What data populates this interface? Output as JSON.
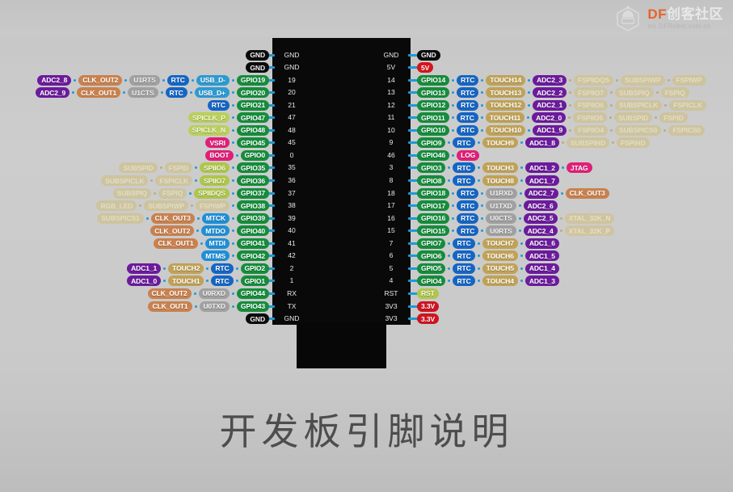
{
  "header": {
    "brand_main_prefix": "DF",
    "brand_main_cn": "创客社区",
    "brand_sub": "mc.DFRobot.com.cn",
    "logo_icon": "dfrobot-hex-robot-icon"
  },
  "caption": "开发板引脚说明",
  "colors": {
    "background": "#c9c9c9",
    "board": "#090909",
    "gpio": "#168c3c",
    "gnd": "#0b0b0b",
    "power_5v": "#d6141b",
    "power_3v3": "#cf1420",
    "rst": "#aec64a",
    "rtc": "#1565c4",
    "usb": "#2d9ad2",
    "touch": "#c0a257",
    "adc": "#6b1b9c",
    "clk_out": "#c9814e",
    "uart": "#a0a0a0",
    "jtag": "#e01f77",
    "spi": "#aec64a",
    "faded": "#cdc49f",
    "connector": "#1e9ad6",
    "accent_orange": "#e8622a"
  },
  "left_rows": [
    {
      "pin": "GND",
      "pills": [
        {
          "text": "GND",
          "cls": "c-gnd"
        }
      ]
    },
    {
      "pin": "GND",
      "pills": [
        {
          "text": "GND",
          "cls": "c-gnd"
        }
      ]
    },
    {
      "pin": "19",
      "pills": [
        {
          "text": "ADC2_8",
          "cls": "c-adc"
        },
        {
          "text": "CLK_OUT2",
          "cls": "c-clk"
        },
        {
          "text": "U1RTS",
          "cls": "c-uart"
        },
        {
          "text": "RTC",
          "cls": "c-rtc"
        },
        {
          "text": "USB_D-",
          "cls": "c-usb"
        },
        {
          "text": "GPIO19",
          "cls": "c-gpio"
        }
      ]
    },
    {
      "pin": "20",
      "pills": [
        {
          "text": "ADC2_9",
          "cls": "c-adc"
        },
        {
          "text": "CLK_OUT1",
          "cls": "c-clk"
        },
        {
          "text": "U1CTS",
          "cls": "c-uart"
        },
        {
          "text": "RTC",
          "cls": "c-rtc"
        },
        {
          "text": "USB_D+",
          "cls": "c-usb"
        },
        {
          "text": "GPIO20",
          "cls": "c-gpio"
        }
      ]
    },
    {
      "pin": "21",
      "pills": [
        {
          "text": "RTC",
          "cls": "c-rtc"
        },
        {
          "text": "GPIO21",
          "cls": "c-gpio"
        }
      ]
    },
    {
      "pin": "47",
      "pills": [
        {
          "text": "SPICLK_P",
          "cls": "c-spiclk"
        },
        {
          "text": "GPIO47",
          "cls": "c-gpio"
        }
      ]
    },
    {
      "pin": "48",
      "pills": [
        {
          "text": "SPICLK_N",
          "cls": "c-spiclk"
        },
        {
          "text": "GPIO48",
          "cls": "c-gpio"
        }
      ]
    },
    {
      "pin": "45",
      "pills": [
        {
          "text": "VSRI",
          "cls": "c-vsri"
        },
        {
          "text": "GPIO45",
          "cls": "c-gpio"
        }
      ]
    },
    {
      "pin": "0",
      "pills": [
        {
          "text": "BOOT",
          "cls": "c-boot"
        },
        {
          "text": "GPIO0",
          "cls": "c-gpio"
        }
      ]
    },
    {
      "pin": "35",
      "pills": [
        {
          "text": "SUBSPID",
          "cls": "c-faded"
        },
        {
          "text": "FSPID",
          "cls": "c-faded"
        },
        {
          "text": "SPIIO6",
          "cls": "c-spi"
        },
        {
          "text": "GPIO35",
          "cls": "c-gpio"
        }
      ]
    },
    {
      "pin": "36",
      "pills": [
        {
          "text": "SUBSPICLK",
          "cls": "c-faded"
        },
        {
          "text": "FSPICLK",
          "cls": "c-faded"
        },
        {
          "text": "SPIIO7",
          "cls": "c-spi"
        },
        {
          "text": "GPIO36",
          "cls": "c-gpio"
        }
      ]
    },
    {
      "pin": "37",
      "pills": [
        {
          "text": "SUBSPIQ",
          "cls": "c-faded"
        },
        {
          "text": "FSPIQ",
          "cls": "c-faded"
        },
        {
          "text": "SPIIDQS",
          "cls": "c-spi"
        },
        {
          "text": "GPIO37",
          "cls": "c-gpio"
        }
      ]
    },
    {
      "pin": "38",
      "pills": [
        {
          "text": "RGB_LED",
          "cls": "c-faded"
        },
        {
          "text": "SUBSPIWP",
          "cls": "c-faded"
        },
        {
          "text": "FSPIWP",
          "cls": "c-faded"
        },
        {
          "text": "GPIO38",
          "cls": "c-gpio"
        }
      ]
    },
    {
      "pin": "39",
      "pills": [
        {
          "text": "SUBSPICS1",
          "cls": "c-faded"
        },
        {
          "text": "CLK_OUT3",
          "cls": "c-clk"
        },
        {
          "text": "MTCK",
          "cls": "c-mtck"
        },
        {
          "text": "GPIO39",
          "cls": "c-gpio"
        }
      ]
    },
    {
      "pin": "40",
      "pills": [
        {
          "text": "CLK_OUT2",
          "cls": "c-clk"
        },
        {
          "text": "MTDO",
          "cls": "c-mtck"
        },
        {
          "text": "GPIO40",
          "cls": "c-gpio"
        }
      ]
    },
    {
      "pin": "41",
      "pills": [
        {
          "text": "CLK_OUT1",
          "cls": "c-clk"
        },
        {
          "text": "MTDI",
          "cls": "c-mtck"
        },
        {
          "text": "GPIO41",
          "cls": "c-gpio"
        }
      ]
    },
    {
      "pin": "42",
      "pills": [
        {
          "text": "MTMS",
          "cls": "c-mtck"
        },
        {
          "text": "GPIO42",
          "cls": "c-gpio"
        }
      ]
    },
    {
      "pin": "2",
      "pills": [
        {
          "text": "ADC1_1",
          "cls": "c-adc"
        },
        {
          "text": "TOUCH2",
          "cls": "c-touch"
        },
        {
          "text": "RTC",
          "cls": "c-rtc"
        },
        {
          "text": "GPIO2",
          "cls": "c-gpio"
        }
      ]
    },
    {
      "pin": "1",
      "pills": [
        {
          "text": "ADC1_0",
          "cls": "c-adc"
        },
        {
          "text": "TOUCH1",
          "cls": "c-touch"
        },
        {
          "text": "RTC",
          "cls": "c-rtc"
        },
        {
          "text": "GPIO1",
          "cls": "c-gpio"
        }
      ]
    },
    {
      "pin": "RX",
      "pills": [
        {
          "text": "CLK_OUT2",
          "cls": "c-clk"
        },
        {
          "text": "U0RXD",
          "cls": "c-uart"
        },
        {
          "text": "GPIO44",
          "cls": "c-gpio"
        }
      ]
    },
    {
      "pin": "TX",
      "pills": [
        {
          "text": "CLK_OUT1",
          "cls": "c-clk"
        },
        {
          "text": "U0TXD",
          "cls": "c-uart"
        },
        {
          "text": "GPIO43",
          "cls": "c-gpio"
        }
      ]
    },
    {
      "pin": "GND",
      "pills": [
        {
          "text": "GND",
          "cls": "c-gnd"
        }
      ]
    }
  ],
  "right_rows": [
    {
      "pin": "GND",
      "pills": [
        {
          "text": "GND",
          "cls": "c-gnd"
        }
      ]
    },
    {
      "pin": "5V",
      "pills": [
        {
          "text": "5V",
          "cls": "c-5v"
        }
      ]
    },
    {
      "pin": "14",
      "pills": [
        {
          "text": "GPIO14",
          "cls": "c-gpio"
        },
        {
          "text": "RTC",
          "cls": "c-rtc"
        },
        {
          "text": "TOUCH14",
          "cls": "c-touch"
        },
        {
          "text": "ADC2_3",
          "cls": "c-adc"
        },
        {
          "text": "FSPIIDQS",
          "cls": "c-faded"
        },
        {
          "text": "SUBSPIWP",
          "cls": "c-faded"
        },
        {
          "text": "FSPIWP",
          "cls": "c-faded"
        }
      ]
    },
    {
      "pin": "13",
      "pills": [
        {
          "text": "GPIO13",
          "cls": "c-gpio"
        },
        {
          "text": "RTC",
          "cls": "c-rtc"
        },
        {
          "text": "TOUCH13",
          "cls": "c-touch"
        },
        {
          "text": "ADC2_2",
          "cls": "c-adc"
        },
        {
          "text": "FSPIIO7",
          "cls": "c-faded"
        },
        {
          "text": "SUBSPIQ",
          "cls": "c-faded"
        },
        {
          "text": "FSPIQ",
          "cls": "c-faded"
        }
      ]
    },
    {
      "pin": "12",
      "pills": [
        {
          "text": "GPIO12",
          "cls": "c-gpio"
        },
        {
          "text": "RTC",
          "cls": "c-rtc"
        },
        {
          "text": "TOUCH12",
          "cls": "c-touch"
        },
        {
          "text": "ADC2_1",
          "cls": "c-adc"
        },
        {
          "text": "FSPIIO6",
          "cls": "c-faded"
        },
        {
          "text": "SUBSPICLK",
          "cls": "c-faded"
        },
        {
          "text": "FSPICLK",
          "cls": "c-faded"
        }
      ]
    },
    {
      "pin": "11",
      "pills": [
        {
          "text": "GPIO11",
          "cls": "c-gpio"
        },
        {
          "text": "RTC",
          "cls": "c-rtc"
        },
        {
          "text": "TOUCH11",
          "cls": "c-touch"
        },
        {
          "text": "ADC2_0",
          "cls": "c-adc"
        },
        {
          "text": "FSPIIO5",
          "cls": "c-faded"
        },
        {
          "text": "SUBSPID",
          "cls": "c-faded"
        },
        {
          "text": "FSPID",
          "cls": "c-faded"
        }
      ]
    },
    {
      "pin": "10",
      "pills": [
        {
          "text": "GPIO10",
          "cls": "c-gpio"
        },
        {
          "text": "RTC",
          "cls": "c-rtc"
        },
        {
          "text": "TOUCH10",
          "cls": "c-touch"
        },
        {
          "text": "ADC1_9",
          "cls": "c-adc"
        },
        {
          "text": "FSPIIO4",
          "cls": "c-faded"
        },
        {
          "text": "SUBSPICS0",
          "cls": "c-faded"
        },
        {
          "text": "FSPICS0",
          "cls": "c-faded"
        }
      ]
    },
    {
      "pin": "9",
      "pills": [
        {
          "text": "GPIO9",
          "cls": "c-gpio"
        },
        {
          "text": "RTC",
          "cls": "c-rtc"
        },
        {
          "text": "TOUCH9",
          "cls": "c-touch"
        },
        {
          "text": "ADC1_8",
          "cls": "c-adc"
        },
        {
          "text": "SUBSPIHD",
          "cls": "c-faded"
        },
        {
          "text": "FSPIHD",
          "cls": "c-faded"
        }
      ]
    },
    {
      "pin": "46",
      "pills": [
        {
          "text": "GPIO46",
          "cls": "c-gpio"
        },
        {
          "text": "LOG",
          "cls": "c-log"
        }
      ]
    },
    {
      "pin": "3",
      "pills": [
        {
          "text": "GPIO3",
          "cls": "c-gpio"
        },
        {
          "text": "RTC",
          "cls": "c-rtc"
        },
        {
          "text": "TOUCH3",
          "cls": "c-touch"
        },
        {
          "text": "ADC1_2",
          "cls": "c-adc"
        },
        {
          "text": "JTAG",
          "cls": "c-jtag"
        }
      ]
    },
    {
      "pin": "8",
      "pills": [
        {
          "text": "GPIO8",
          "cls": "c-gpio"
        },
        {
          "text": "RTC",
          "cls": "c-rtc"
        },
        {
          "text": "TOUCH8",
          "cls": "c-touch"
        },
        {
          "text": "ADC1_7",
          "cls": "c-adc"
        }
      ]
    },
    {
      "pin": "18",
      "pills": [
        {
          "text": "GPIO18",
          "cls": "c-gpio"
        },
        {
          "text": "RTC",
          "cls": "c-rtc"
        },
        {
          "text": "U1RXD",
          "cls": "c-uart"
        },
        {
          "text": "ADC2_7",
          "cls": "c-adc"
        },
        {
          "text": "CLK_OUT3",
          "cls": "c-clk"
        }
      ]
    },
    {
      "pin": "17",
      "pills": [
        {
          "text": "GPIO17",
          "cls": "c-gpio"
        },
        {
          "text": "RTC",
          "cls": "c-rtc"
        },
        {
          "text": "U1TXD",
          "cls": "c-uart"
        },
        {
          "text": "ADC2_6",
          "cls": "c-adc"
        }
      ]
    },
    {
      "pin": "16",
      "pills": [
        {
          "text": "GPIO16",
          "cls": "c-gpio"
        },
        {
          "text": "RTC",
          "cls": "c-rtc"
        },
        {
          "text": "U0CTS",
          "cls": "c-uart"
        },
        {
          "text": "ADC2_5",
          "cls": "c-adc"
        },
        {
          "text": "XTAL_32K_N",
          "cls": "c-xtal"
        }
      ]
    },
    {
      "pin": "15",
      "pills": [
        {
          "text": "GPIO15",
          "cls": "c-gpio"
        },
        {
          "text": "RTC",
          "cls": "c-rtc"
        },
        {
          "text": "U0RTS",
          "cls": "c-uart"
        },
        {
          "text": "ADC2_4",
          "cls": "c-adc"
        },
        {
          "text": "XTAL_32K_P",
          "cls": "c-xtal"
        }
      ]
    },
    {
      "pin": "7",
      "pills": [
        {
          "text": "GPIO7",
          "cls": "c-gpio"
        },
        {
          "text": "RTC",
          "cls": "c-rtc"
        },
        {
          "text": "TOUCH7",
          "cls": "c-touch"
        },
        {
          "text": "ADC1_6",
          "cls": "c-adc"
        }
      ]
    },
    {
      "pin": "6",
      "pills": [
        {
          "text": "GPIO6",
          "cls": "c-gpio"
        },
        {
          "text": "RTC",
          "cls": "c-rtc"
        },
        {
          "text": "TOUCH6",
          "cls": "c-touch"
        },
        {
          "text": "ADC1_5",
          "cls": "c-adc"
        }
      ]
    },
    {
      "pin": "5",
      "pills": [
        {
          "text": "GPIO5",
          "cls": "c-gpio"
        },
        {
          "text": "RTC",
          "cls": "c-rtc"
        },
        {
          "text": "TOUCH5",
          "cls": "c-touch"
        },
        {
          "text": "ADC1_4",
          "cls": "c-adc"
        }
      ]
    },
    {
      "pin": "4",
      "pills": [
        {
          "text": "GPIO4",
          "cls": "c-gpio"
        },
        {
          "text": "RTC",
          "cls": "c-rtc"
        },
        {
          "text": "TOUCH4",
          "cls": "c-touch"
        },
        {
          "text": "ADC1_3",
          "cls": "c-adc"
        }
      ]
    },
    {
      "pin": "RST",
      "pills": [
        {
          "text": "RST",
          "cls": "c-rst"
        }
      ]
    },
    {
      "pin": "3V3",
      "pills": [
        {
          "text": "3.3V",
          "cls": "c-33v"
        }
      ]
    },
    {
      "pin": "3V3",
      "pills": [
        {
          "text": "3.3V",
          "cls": "c-33v"
        }
      ]
    }
  ]
}
